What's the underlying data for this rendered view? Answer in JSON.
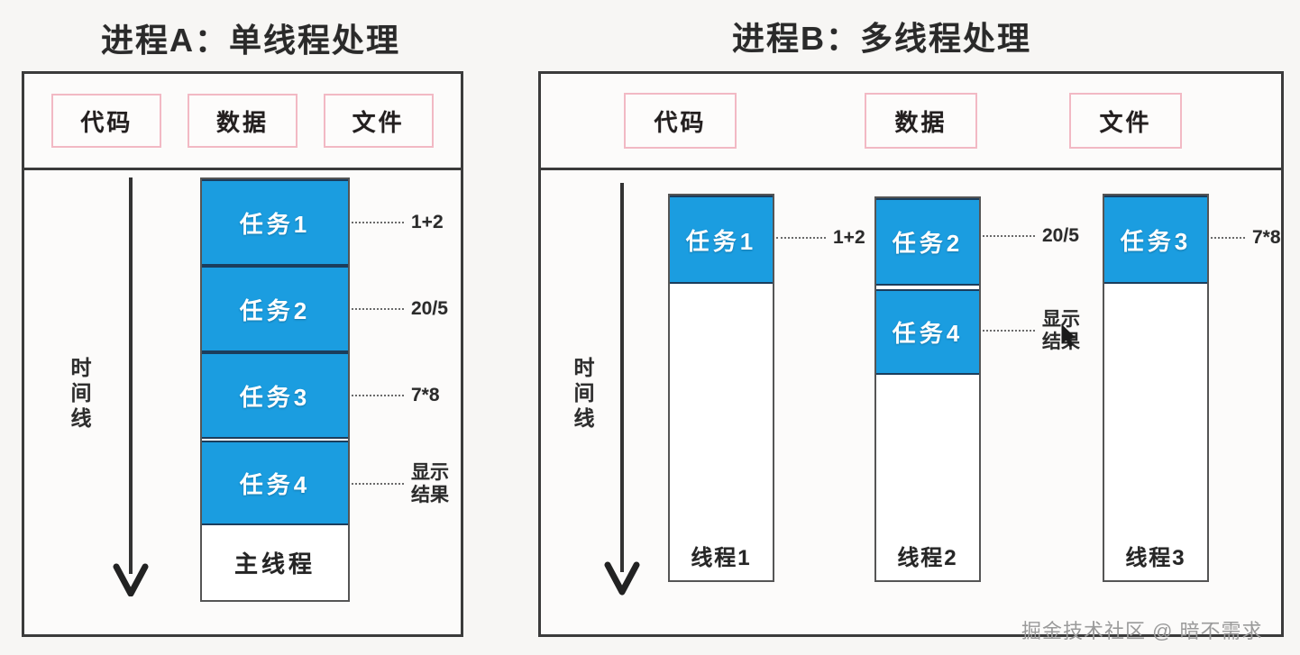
{
  "watermark": "掘金技术社区 @ 暗不需求",
  "colors": {
    "task_blue": "#1b9de0",
    "frame_border": "#3b3b3b",
    "resource_box_border": "#f2b9c4",
    "background": "#f7f6f4"
  },
  "processes": [
    {
      "title": "进程A：单线程处理",
      "resources": [
        "代码",
        "数据",
        "文件"
      ],
      "timeline": {
        "label": "时间线",
        "arrow_icon": "down-arrow-icon"
      },
      "columns": [
        {
          "footer": "主线程",
          "segments": [
            {
              "label": "任务1",
              "filled": true,
              "annotation": "1+2"
            },
            {
              "label": "任务2",
              "filled": true,
              "annotation": "20/5"
            },
            {
              "label": "任务3",
              "filled": true,
              "annotation": "7*8"
            },
            {
              "label": "任务4",
              "filled": true,
              "annotation": "显示\n结果"
            },
            {
              "label": "主线程",
              "filled": false,
              "annotation": ""
            }
          ]
        }
      ]
    },
    {
      "title": "进程B：多线程处理",
      "resources": [
        "代码",
        "数据",
        "文件"
      ],
      "timeline": {
        "label": "时间线",
        "arrow_icon": "down-arrow-icon"
      },
      "columns": [
        {
          "footer": "线程1",
          "segments": [
            {
              "label": "任务1",
              "filled": true,
              "annotation": "1+2"
            }
          ]
        },
        {
          "footer": "线程2",
          "segments": [
            {
              "label": "任务2",
              "filled": true,
              "annotation": "20/5"
            },
            {
              "label": "任务4",
              "filled": true,
              "annotation": "显示\n结果"
            }
          ]
        },
        {
          "footer": "线程3",
          "segments": [
            {
              "label": "任务3",
              "filled": true,
              "annotation": "7*8"
            }
          ]
        }
      ]
    }
  ]
}
